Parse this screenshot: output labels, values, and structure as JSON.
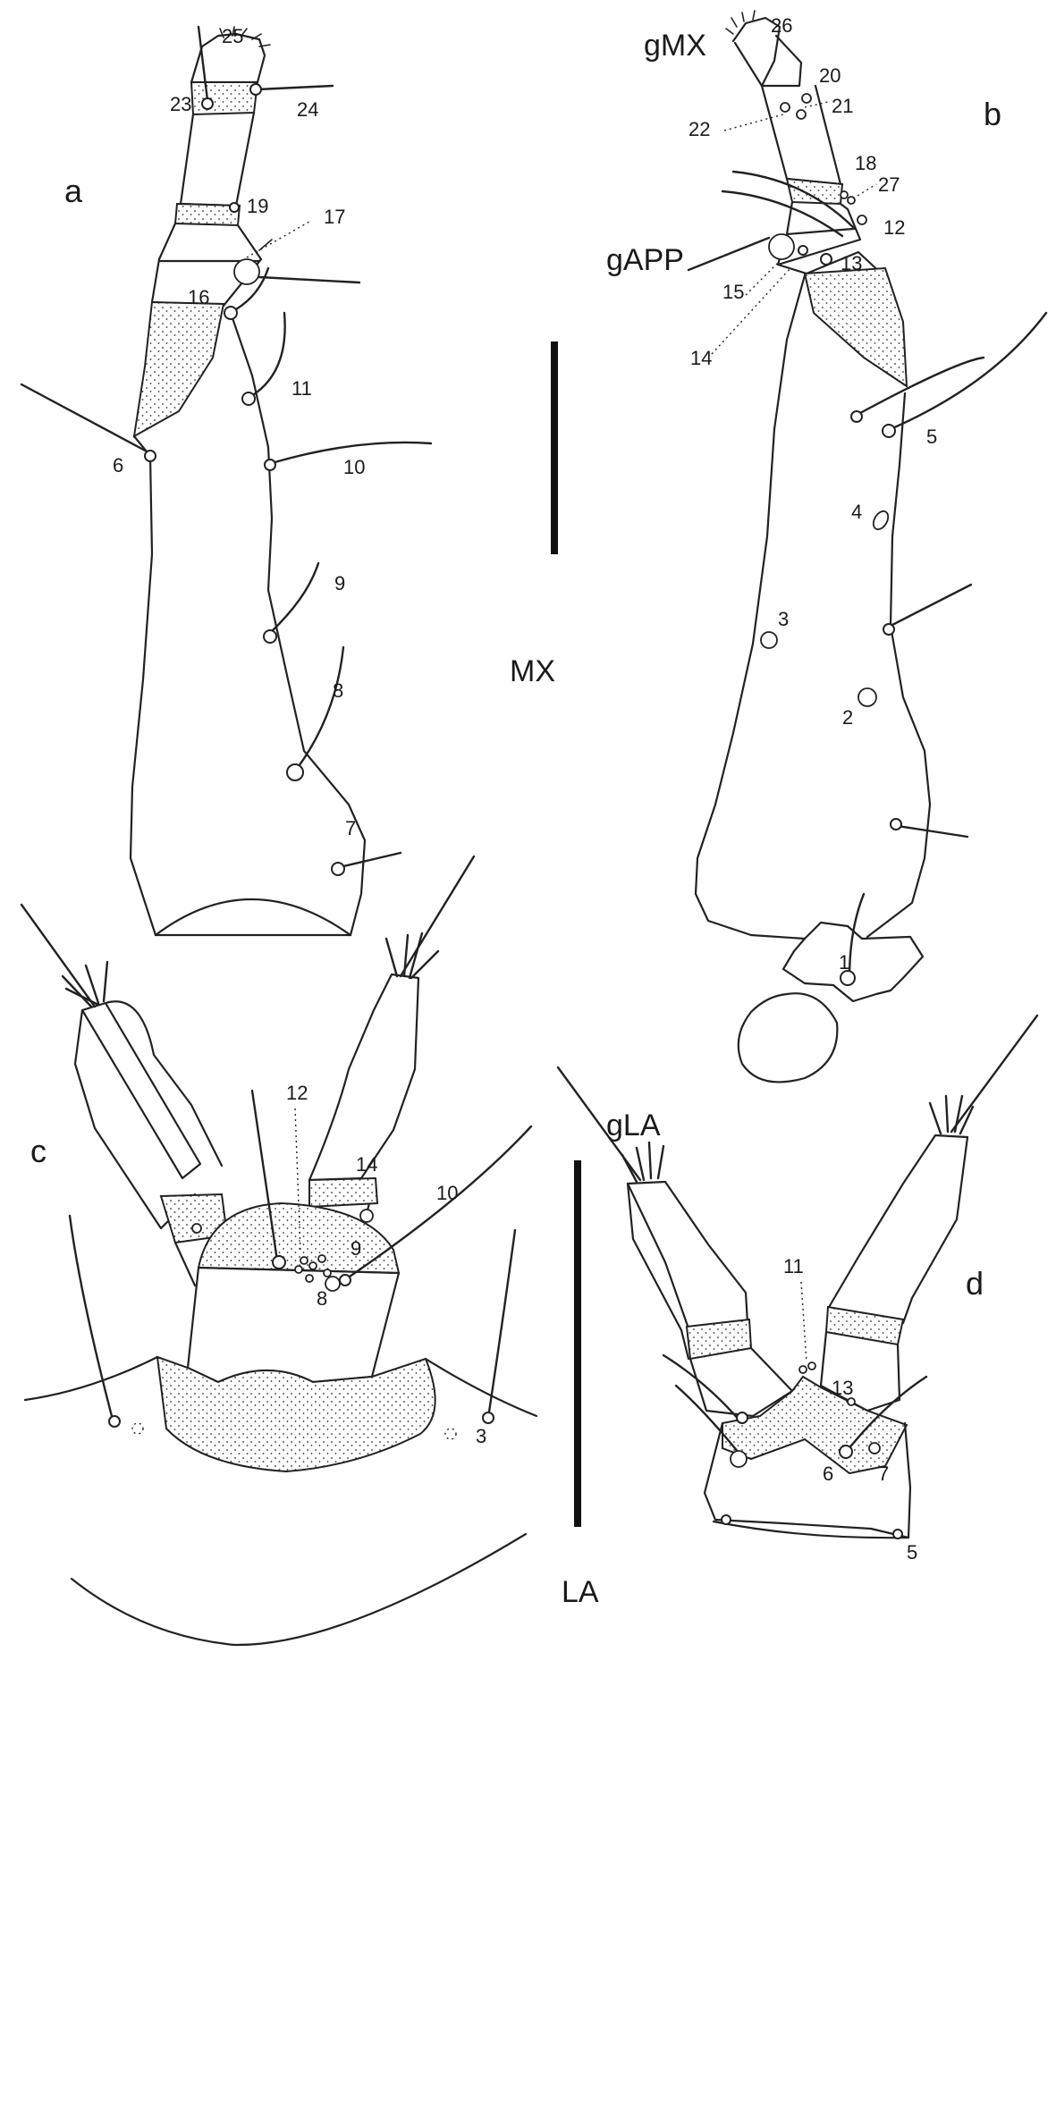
{
  "figure": {
    "background": "#ffffff",
    "ink": "#1a1a1a",
    "panel_labels": [
      "a",
      "b",
      "c",
      "d"
    ],
    "section_labels": {
      "maxilla": "MX",
      "labium": "LA"
    },
    "gland_labels": {
      "maxilla": "gMX",
      "appendage": "gAPP",
      "labium": "gLA"
    },
    "panel_a": {
      "numbers": [
        "25",
        "23",
        "24",
        "19",
        "17",
        "16",
        "11",
        "6",
        "10",
        "9",
        "8",
        "7"
      ]
    },
    "panel_b": {
      "numbers": [
        "26",
        "20",
        "21",
        "22",
        "18",
        "27",
        "12",
        "13",
        "15",
        "14",
        "5",
        "4",
        "3",
        "2",
        "1"
      ]
    },
    "panel_c": {
      "numbers": [
        "12",
        "14",
        "10",
        "9",
        "8",
        "3"
      ]
    },
    "panel_d": {
      "numbers": [
        "11",
        "13",
        "6",
        "7",
        "5"
      ]
    }
  }
}
